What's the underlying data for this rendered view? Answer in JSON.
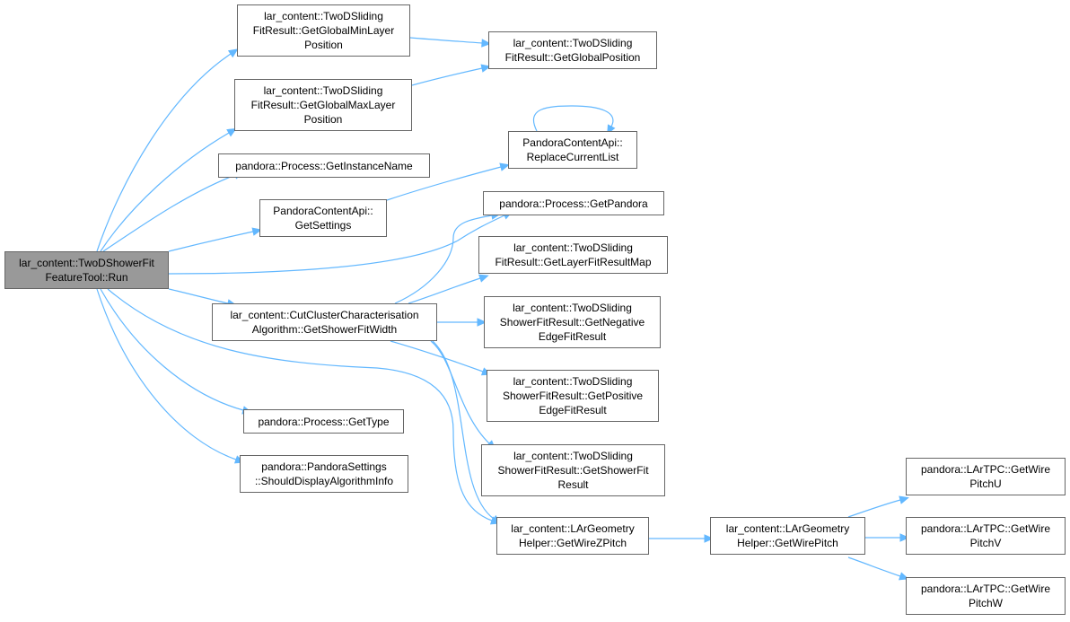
{
  "colors": {
    "edge": "#63b8ff",
    "node_border": "#666666",
    "root_fill": "#999999",
    "node_fill": "#ffffff"
  },
  "nodes": [
    {
      "id": "run",
      "lines": [
        "lar_content::TwoDShowerFit",
        "FeatureTool::Run"
      ],
      "root": true
    },
    {
      "id": "gminlayer",
      "lines": [
        "lar_content::TwoDSliding",
        "FitResult::GetGlobalMinLayer",
        "Position"
      ]
    },
    {
      "id": "gmaxlayer",
      "lines": [
        "lar_content::TwoDSliding",
        "FitResult::GetGlobalMaxLayer",
        "Position"
      ]
    },
    {
      "id": "gpos",
      "lines": [
        "lar_content::TwoDSliding",
        "FitResult::GetGlobalPosition"
      ]
    },
    {
      "id": "instname",
      "lines": [
        "pandora::Process::GetInstanceName"
      ]
    },
    {
      "id": "replace",
      "lines": [
        "PandoraContentApi::",
        "ReplaceCurrentList"
      ]
    },
    {
      "id": "getsettings",
      "lines": [
        "PandoraContentApi::",
        "GetSettings"
      ]
    },
    {
      "id": "getpandora",
      "lines": [
        "pandora::Process::GetPandora"
      ]
    },
    {
      "id": "layermap",
      "lines": [
        "lar_content::TwoDSliding",
        "FitResult::GetLayerFitResultMap"
      ]
    },
    {
      "id": "cutcluster",
      "lines": [
        "lar_content::CutClusterCharacterisation",
        "Algorithm::GetShowerFitWidth"
      ]
    },
    {
      "id": "negedge",
      "lines": [
        "lar_content::TwoDSliding",
        "ShowerFitResult::GetNegative",
        "EdgeFitResult"
      ]
    },
    {
      "id": "posedge",
      "lines": [
        "lar_content::TwoDSliding",
        "ShowerFitResult::GetPositive",
        "EdgeFitResult"
      ]
    },
    {
      "id": "showerfit",
      "lines": [
        "lar_content::TwoDSliding",
        "ShowerFitResult::GetShowerFit",
        "Result"
      ]
    },
    {
      "id": "gettype",
      "lines": [
        "pandora::Process::GetType"
      ]
    },
    {
      "id": "shoulddisplay",
      "lines": [
        "pandora::PandoraSettings",
        "::ShouldDisplayAlgorithmInfo"
      ]
    },
    {
      "id": "wirezpitch",
      "lines": [
        "lar_content::LArGeometry",
        "Helper::GetWireZPitch"
      ]
    },
    {
      "id": "wirepitch",
      "lines": [
        "lar_content::LArGeometry",
        "Helper::GetWirePitch"
      ]
    },
    {
      "id": "pitchu",
      "lines": [
        "pandora::LArTPC::GetWire",
        "PitchU"
      ]
    },
    {
      "id": "pitchv",
      "lines": [
        "pandora::LArTPC::GetWire",
        "PitchV"
      ]
    },
    {
      "id": "pitchw",
      "lines": [
        "pandora::LArTPC::GetWire",
        "PitchW"
      ]
    }
  ],
  "edges": [
    [
      "run",
      "gminlayer"
    ],
    [
      "run",
      "gmaxlayer"
    ],
    [
      "run",
      "instname"
    ],
    [
      "run",
      "getsettings"
    ],
    [
      "run",
      "getpandora"
    ],
    [
      "run",
      "cutcluster"
    ],
    [
      "run",
      "gettype"
    ],
    [
      "run",
      "shoulddisplay"
    ],
    [
      "run",
      "wirezpitch"
    ],
    [
      "gminlayer",
      "gpos"
    ],
    [
      "gmaxlayer",
      "gpos"
    ],
    [
      "getsettings",
      "replace"
    ],
    [
      "replace",
      "replace"
    ],
    [
      "cutcluster",
      "getpandora"
    ],
    [
      "cutcluster",
      "layermap"
    ],
    [
      "cutcluster",
      "negedge"
    ],
    [
      "cutcluster",
      "posedge"
    ],
    [
      "cutcluster",
      "showerfit"
    ],
    [
      "cutcluster",
      "wirezpitch"
    ],
    [
      "wirezpitch",
      "wirepitch"
    ],
    [
      "wirepitch",
      "pitchu"
    ],
    [
      "wirepitch",
      "pitchv"
    ],
    [
      "wirepitch",
      "pitchw"
    ]
  ]
}
